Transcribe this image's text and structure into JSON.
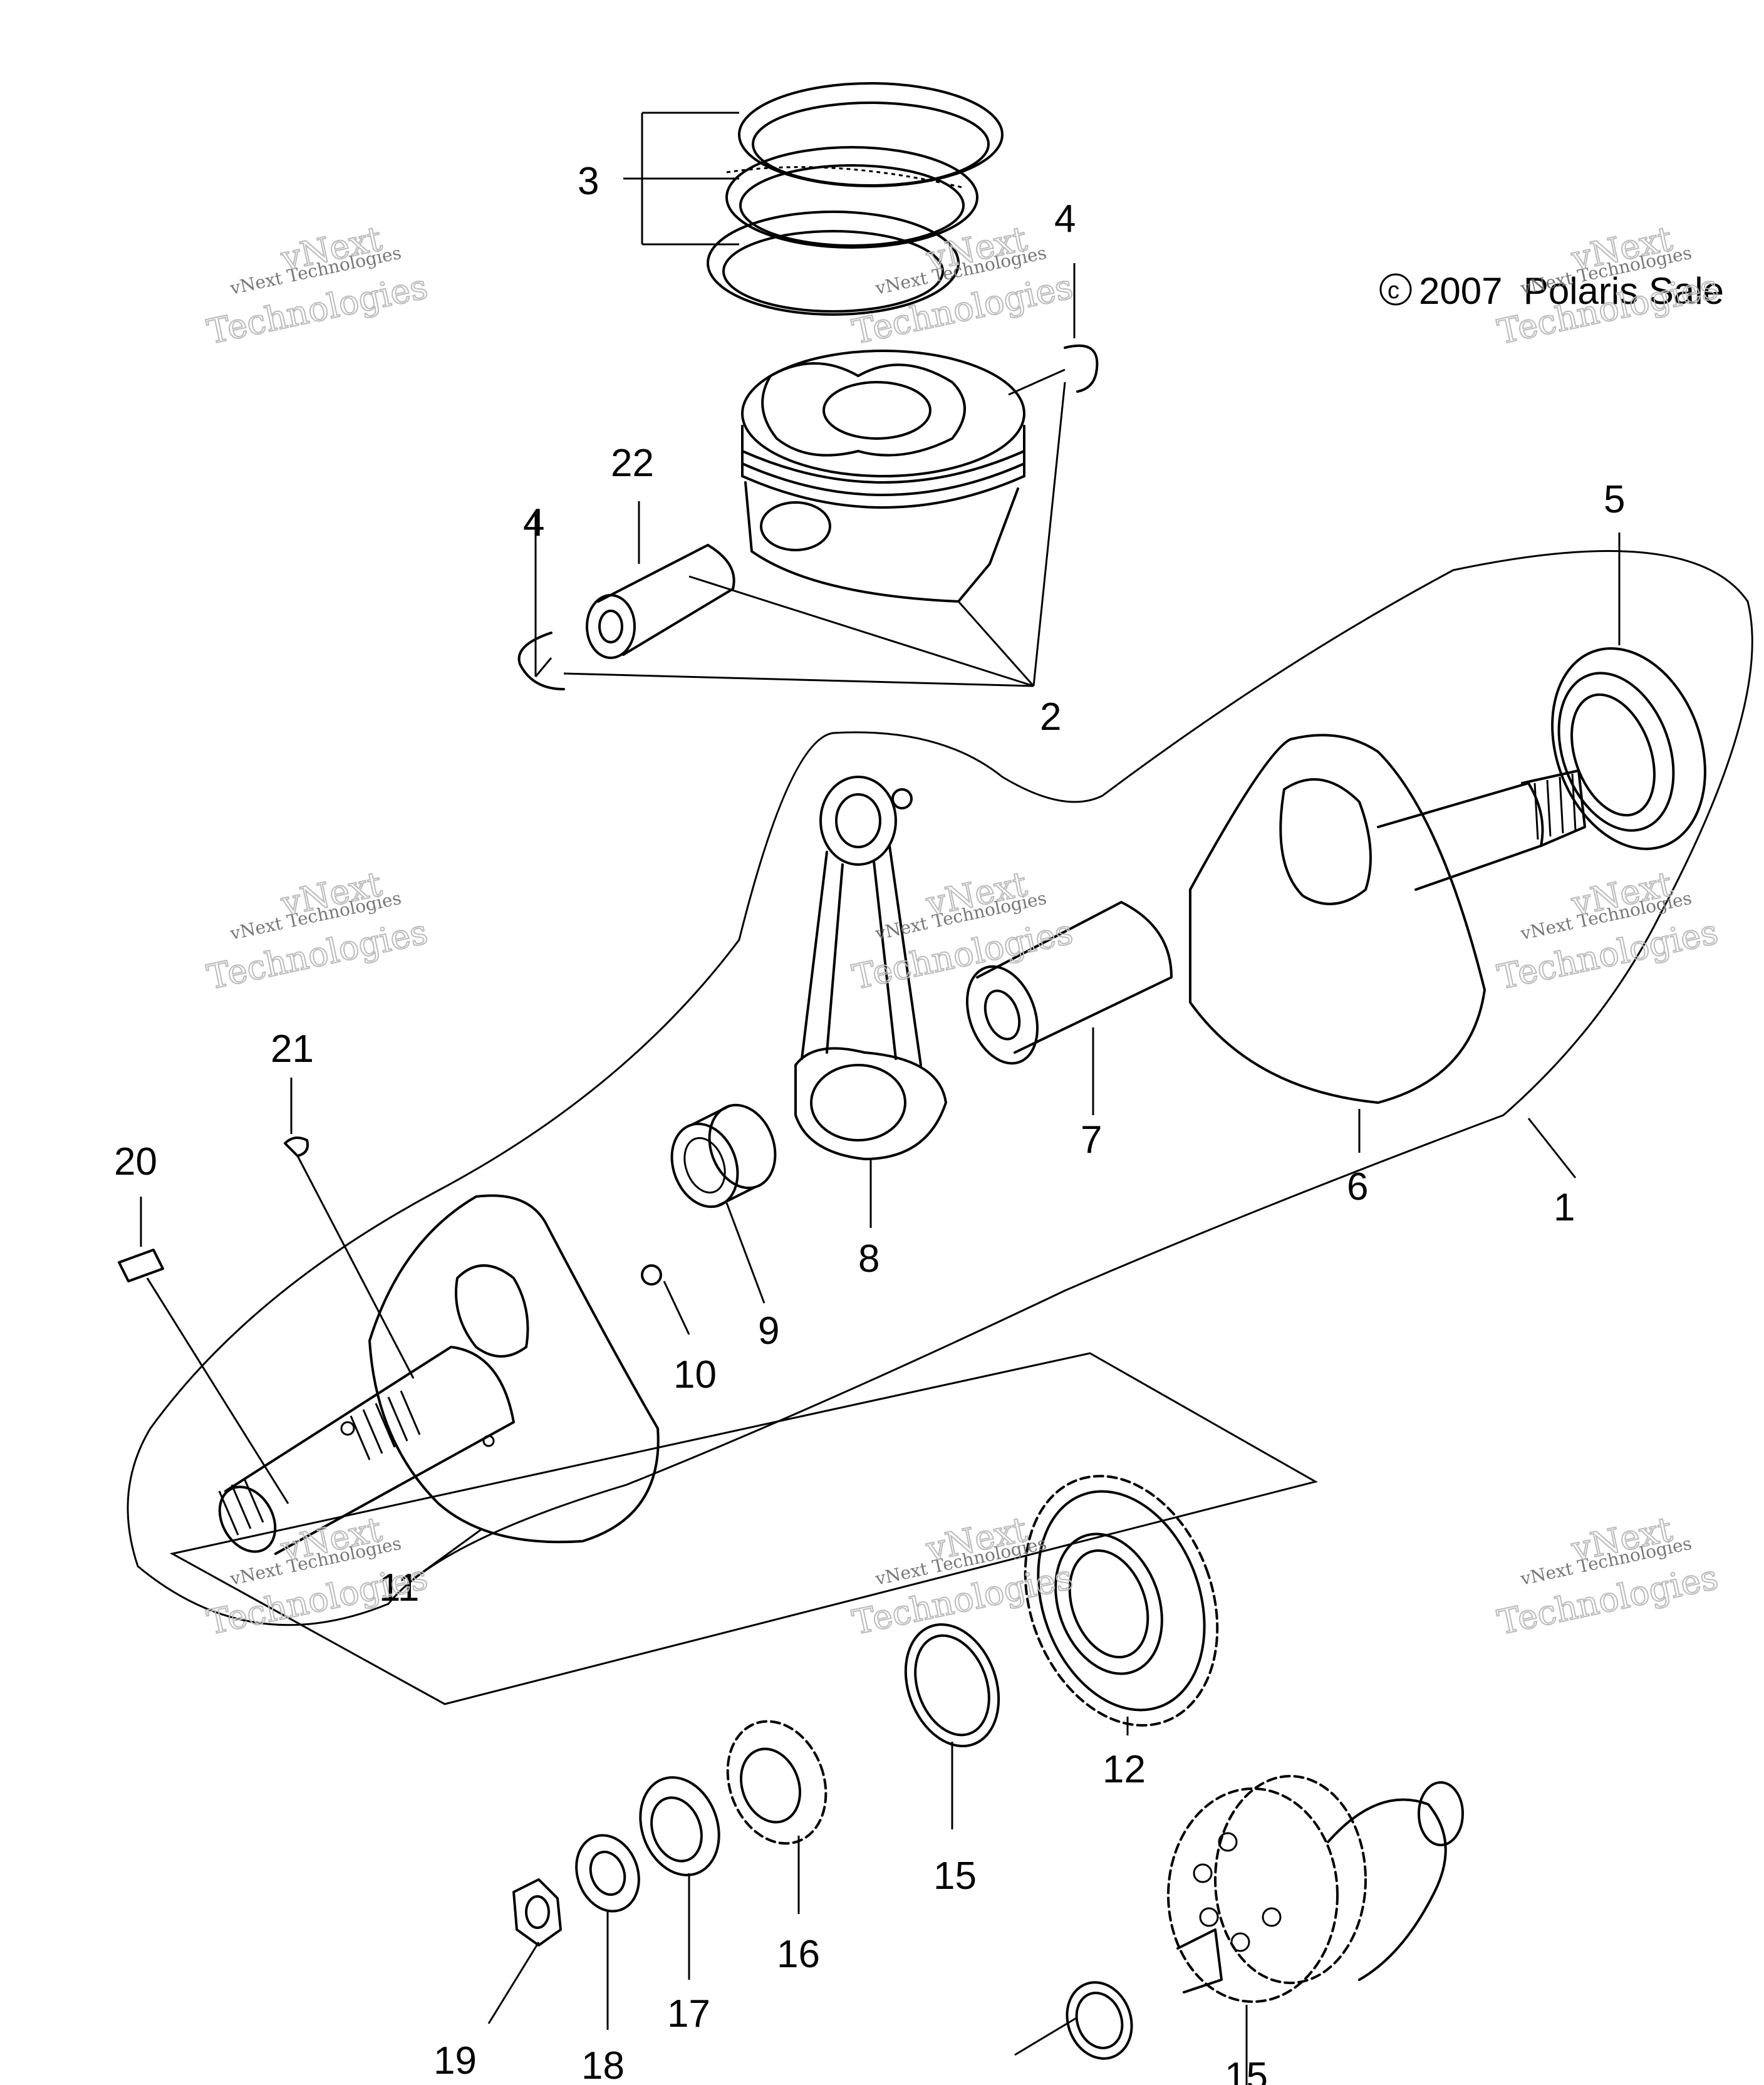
{
  "copyright": "2007  Polaris Sale",
  "watermark": {
    "line1": "vNext Technologies",
    "line2a": "vNext",
    "line2b": "Technologies"
  },
  "callouts": {
    "c1": "1",
    "c2": "2",
    "c3": "3",
    "c4a": "4",
    "c4b": "4",
    "c5": "5",
    "c6": "6",
    "c7": "7",
    "c8": "8",
    "c9": "9",
    "c10": "10",
    "c11": "11",
    "c12": "12",
    "c15a": "15",
    "c15b": "15",
    "c16": "16",
    "c17": "17",
    "c18": "18",
    "c19": "19",
    "c20": "20",
    "c21": "21",
    "c22": "22"
  },
  "colors": {
    "line": "#000000",
    "background": "#ffffff",
    "watermark": "#999999"
  }
}
